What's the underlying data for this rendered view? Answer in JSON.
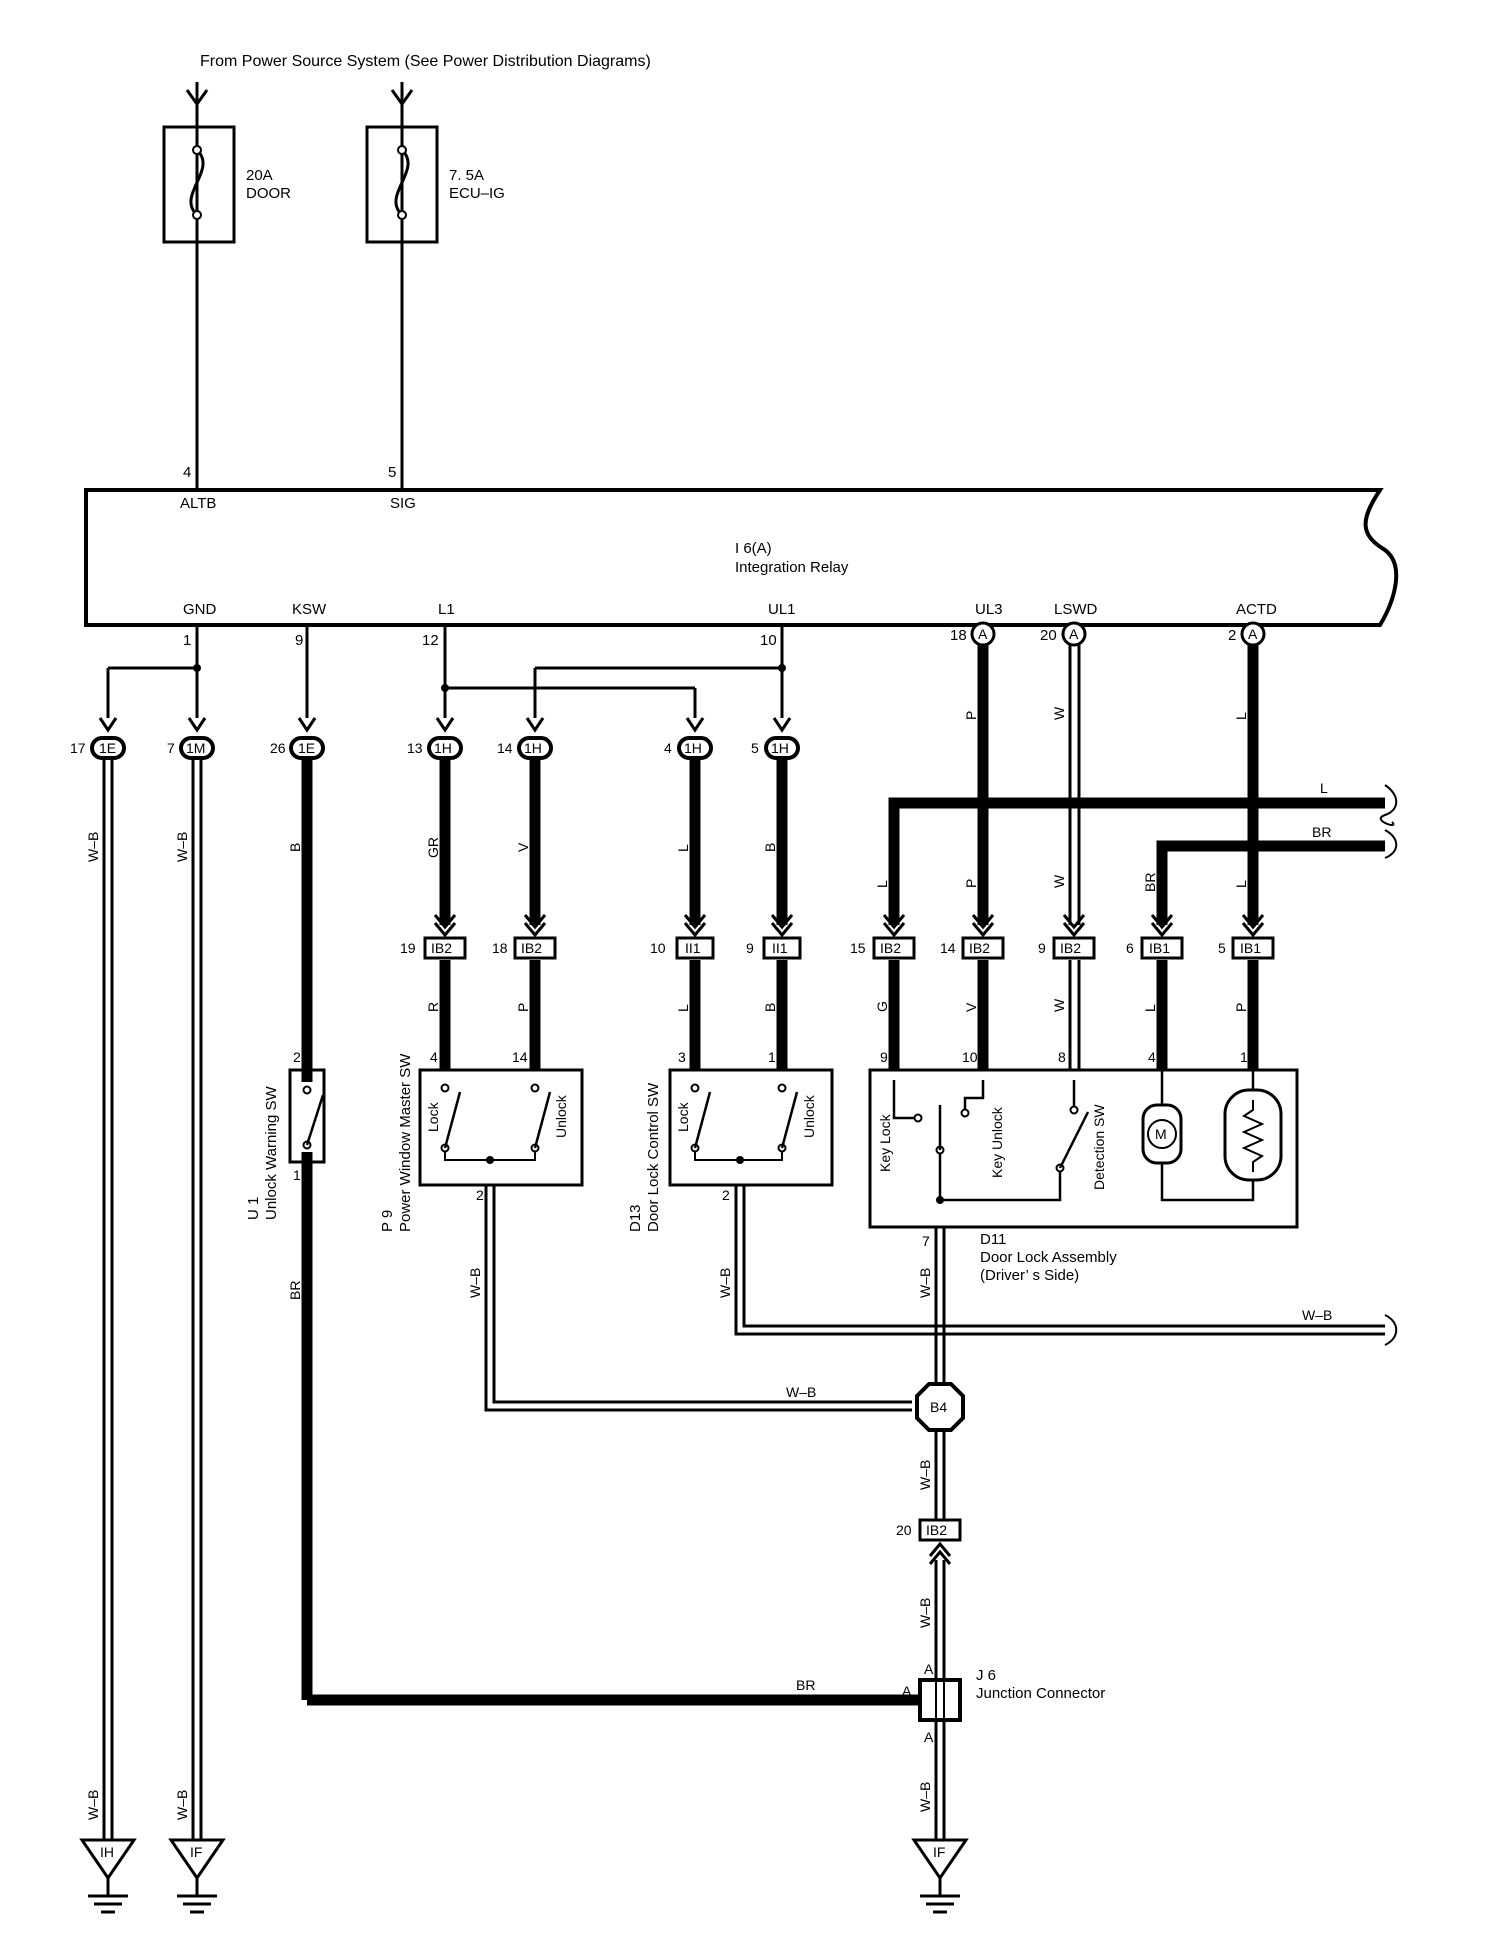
{
  "header": {
    "source_note": "From Power Source System (See Power Distribution Diagrams)"
  },
  "fuses": [
    {
      "rating": "20A",
      "name": "DOOR"
    },
    {
      "rating": "7. 5A",
      "name": "ECU–IG"
    }
  ],
  "relay": {
    "code": "I 6(A)",
    "name": "Integration Relay",
    "top_pins": [
      {
        "num": "4",
        "label": "ALTB"
      },
      {
        "num": "5",
        "label": "SIG"
      }
    ],
    "bottom_pins": [
      {
        "num": "1",
        "label": "GND"
      },
      {
        "num": "9",
        "label": "KSW"
      },
      {
        "num": "12",
        "label": "L1"
      },
      {
        "num": "10",
        "label": "UL1"
      },
      {
        "num": "18",
        "label": "UL3",
        "conn": "A"
      },
      {
        "num": "20",
        "label": "LSWD",
        "conn": "A"
      },
      {
        "num": "2",
        "label": "ACTD",
        "conn": "A"
      }
    ]
  },
  "junction_row_1": [
    {
      "pin": "17",
      "conn": "1E",
      "wire": "W–B"
    },
    {
      "pin": "7",
      "conn": "1M",
      "wire": "W–B"
    },
    {
      "pin": "26",
      "conn": "1E",
      "wire": "B"
    },
    {
      "pin": "13",
      "conn": "1H",
      "wire": "GR"
    },
    {
      "pin": "14",
      "conn": "1H",
      "wire": "V"
    },
    {
      "pin": "4",
      "conn": "1H",
      "wire": "L"
    },
    {
      "pin": "5",
      "conn": "1H",
      "wire": "B"
    }
  ],
  "relay_a_wires": [
    "P",
    "W",
    "L"
  ],
  "bus_wires": [
    "L",
    "BR"
  ],
  "bus_drop_colors": [
    "L",
    "P",
    "W",
    "BR",
    "L"
  ],
  "junction_row_2": [
    {
      "pin": "19",
      "conn": "IB2",
      "wire": "R"
    },
    {
      "pin": "18",
      "conn": "IB2",
      "wire": "P"
    },
    {
      "pin": "10",
      "conn": "II1",
      "wire": "L"
    },
    {
      "pin": "9",
      "conn": "II1",
      "wire": "B"
    },
    {
      "pin": "15",
      "conn": "IB2",
      "wire": "G"
    },
    {
      "pin": "14",
      "conn": "IB2",
      "wire": "V"
    },
    {
      "pin": "9",
      "conn": "IB2",
      "wire": "W"
    },
    {
      "pin": "6",
      "conn": "IB1",
      "wire": "L"
    },
    {
      "pin": "5",
      "conn": "IB1",
      "wire": "P"
    }
  ],
  "components": {
    "u1": {
      "code": "U 1",
      "name": "Unlock Warning SW",
      "pin_top": "2",
      "pin_bottom": "1",
      "out_wire": "BR"
    },
    "p9": {
      "code": "P 9",
      "name": "Power Window Master SW",
      "lock": "Lock",
      "unlock": "Unlock",
      "pin_lock": "4",
      "pin_unlock": "14",
      "pin_gnd": "2",
      "gnd_wire": "W–B"
    },
    "d13": {
      "code": "D13",
      "name": "Door Lock Control SW",
      "lock": "Lock",
      "unlock": "Unlock",
      "pin_lock": "3",
      "pin_unlock": "1",
      "pin_gnd": "2",
      "gnd_wire": "W–B"
    },
    "d11": {
      "code": "D11",
      "name": "Door Lock Assembly",
      "side": "(Driver’ s Side)",
      "key_lock": "Key Lock",
      "key_unlock": "Key Unlock",
      "detection": "Detection SW",
      "motor": "M",
      "pins": [
        "9",
        "10",
        "8",
        "4",
        "1"
      ],
      "pin_gnd": "7",
      "gnd_wire": "W–B"
    }
  },
  "right_wb": "W–B",
  "b4": {
    "label": "B4",
    "wire_in": "W–B",
    "wire_out": "W–B"
  },
  "ib2_20": {
    "pin": "20",
    "conn": "IB2",
    "wire": "W–B"
  },
  "j6": {
    "code": "J 6",
    "name": "Junction Connector",
    "pin_left": "A",
    "pin_top": "A",
    "pin_bottom": "A",
    "br_wire": "BR",
    "out_wire": "W–B"
  },
  "grounds": [
    {
      "label": "IH",
      "wire": "W–B"
    },
    {
      "label": "IF",
      "wire": "W–B"
    },
    {
      "label": "IF",
      "wire": "W–B"
    }
  ]
}
